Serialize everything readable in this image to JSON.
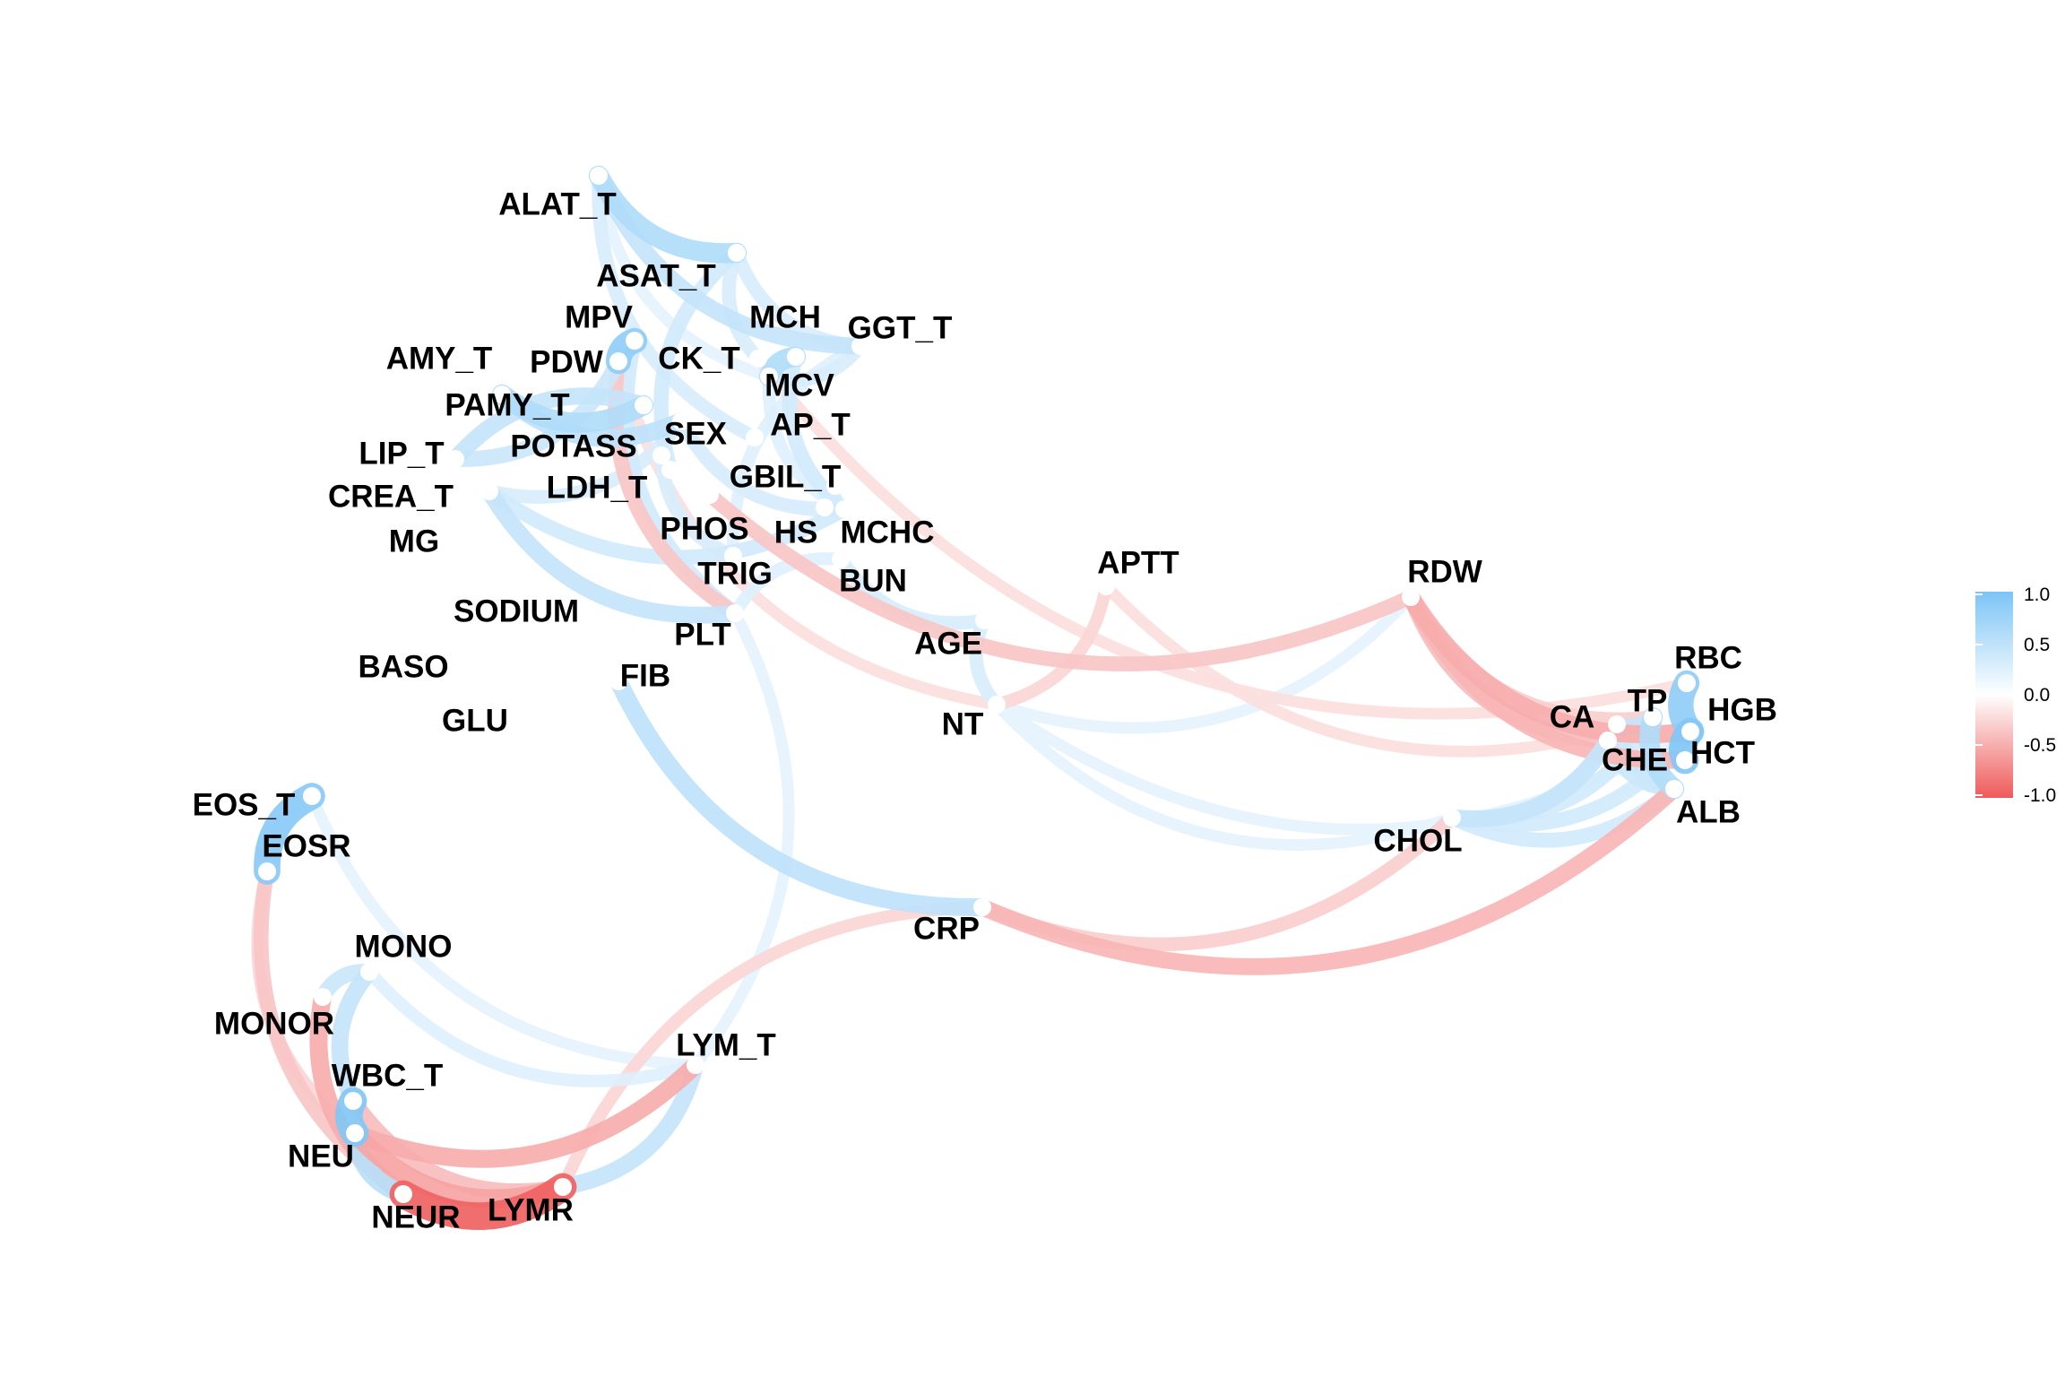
{
  "colors": {
    "positive": "#7cc4f6",
    "neutral": "#ffffff",
    "negative": "#ef5a5a",
    "label": "#000000"
  },
  "legend": {
    "ticks": [
      "1.0",
      "0.5",
      "0.0",
      "-0.5",
      "-1.0"
    ]
  },
  "nodes": [
    {
      "id": "ALAT_T",
      "label": "ALAT_T"
    },
    {
      "id": "ASAT_T",
      "label": "ASAT_T"
    },
    {
      "id": "MPV",
      "label": "MPV"
    },
    {
      "id": "MCH",
      "label": "MCH"
    },
    {
      "id": "GGT_T",
      "label": "GGT_T"
    },
    {
      "id": "AMY_T",
      "label": "AMY_T"
    },
    {
      "id": "PDW",
      "label": "PDW"
    },
    {
      "id": "CK_T",
      "label": "CK_T"
    },
    {
      "id": "PAMY_T",
      "label": "PAMY_T"
    },
    {
      "id": "MCV",
      "label": "MCV"
    },
    {
      "id": "SEX",
      "label": "SEX"
    },
    {
      "id": "AP_T",
      "label": "AP_T"
    },
    {
      "id": "LIP_T",
      "label": "LIP_T"
    },
    {
      "id": "POTASS",
      "label": "POTASS"
    },
    {
      "id": "GBIL_T",
      "label": "GBIL_T"
    },
    {
      "id": "CREA_T",
      "label": "CREA_T"
    },
    {
      "id": "LDH_T",
      "label": "LDH_T"
    },
    {
      "id": "MG",
      "label": "MG"
    },
    {
      "id": "PHOS",
      "label": "PHOS"
    },
    {
      "id": "HS",
      "label": "HS"
    },
    {
      "id": "MCHC",
      "label": "MCHC"
    },
    {
      "id": "TRIG",
      "label": "TRIG"
    },
    {
      "id": "BUN",
      "label": "BUN"
    },
    {
      "id": "SODIUM",
      "label": "SODIUM"
    },
    {
      "id": "PLT",
      "label": "PLT"
    },
    {
      "id": "AGE",
      "label": "AGE"
    },
    {
      "id": "BASO",
      "label": "BASO"
    },
    {
      "id": "FIB",
      "label": "FIB"
    },
    {
      "id": "NT",
      "label": "NT"
    },
    {
      "id": "GLU",
      "label": "GLU"
    },
    {
      "id": "APTT",
      "label": "APTT"
    },
    {
      "id": "RDW",
      "label": "RDW"
    },
    {
      "id": "RBC",
      "label": "RBC"
    },
    {
      "id": "TP",
      "label": "TP"
    },
    {
      "id": "CA",
      "label": "CA"
    },
    {
      "id": "HGB",
      "label": "HGB"
    },
    {
      "id": "CHE",
      "label": "CHE"
    },
    {
      "id": "HCT",
      "label": "HCT"
    },
    {
      "id": "ALB",
      "label": "ALB"
    },
    {
      "id": "CHOL",
      "label": "CHOL"
    },
    {
      "id": "EOS_T",
      "label": "EOS_T"
    },
    {
      "id": "EOSR",
      "label": "EOSR"
    },
    {
      "id": "MONO",
      "label": "MONO"
    },
    {
      "id": "CRP",
      "label": "CRP"
    },
    {
      "id": "MONOR",
      "label": "MONOR"
    },
    {
      "id": "LYM_T",
      "label": "LYM_T"
    },
    {
      "id": "WBC_T",
      "label": "WBC_T"
    },
    {
      "id": "NEU",
      "label": "NEU"
    },
    {
      "id": "NEUR",
      "label": "NEUR"
    },
    {
      "id": "LYMR",
      "label": "LYMR"
    }
  ],
  "edges": [
    {
      "from": "ALAT_T",
      "to": "ASAT_T",
      "r": 0.6
    },
    {
      "from": "ALAT_T",
      "to": "GGT_T",
      "r": 0.45
    },
    {
      "from": "ALAT_T",
      "to": "AP_T",
      "r": 0.3
    },
    {
      "from": "ALAT_T",
      "to": "MCV",
      "r": 0.2
    },
    {
      "from": "ASAT_T",
      "to": "GGT_T",
      "r": 0.3
    },
    {
      "from": "ASAT_T",
      "to": "LDH_T",
      "r": 0.35
    },
    {
      "from": "ASAT_T",
      "to": "CK_T",
      "r": 0.3
    },
    {
      "from": "MCH",
      "to": "MCV",
      "r": 0.6
    },
    {
      "from": "MCH",
      "to": "MCHC",
      "r": 0.35
    },
    {
      "from": "MCV",
      "to": "GGT_T",
      "r": 0.3
    },
    {
      "from": "MCV",
      "to": "MCHC",
      "r": 0.25
    },
    {
      "from": "MPV",
      "to": "PDW",
      "r": 0.85
    },
    {
      "from": "MPV",
      "to": "PLT",
      "r": 0.35
    },
    {
      "from": "AMY_T",
      "to": "PAMY_T",
      "r": 0.6
    },
    {
      "from": "AMY_T",
      "to": "SEX",
      "r": 0.5
    },
    {
      "from": "PAMY_T",
      "to": "LIP_T",
      "r": 0.45
    },
    {
      "from": "LIP_T",
      "to": "PDW",
      "r": 0.4
    },
    {
      "from": "CREA_T",
      "to": "PLT",
      "r": 0.45
    },
    {
      "from": "CREA_T",
      "to": "MCHC",
      "r": 0.35
    },
    {
      "from": "CREA_T",
      "to": "SEX",
      "r": 0.3
    },
    {
      "from": "POTASS",
      "to": "TRIG",
      "r": 0.3
    },
    {
      "from": "SEX",
      "to": "HS",
      "r": 0.25
    },
    {
      "from": "SEX",
      "to": "MCHC",
      "r": 0.3
    },
    {
      "from": "GBIL_T",
      "to": "MCHC",
      "r": 0.25
    },
    {
      "from": "PDW",
      "to": "PLT",
      "r": -0.35
    },
    {
      "from": "PDW",
      "to": "NT",
      "r": -0.2
    },
    {
      "from": "GGT_T",
      "to": "TRIG",
      "r": 0.25
    },
    {
      "from": "BUN",
      "to": "AGE",
      "r": 0.3
    },
    {
      "from": "BUN",
      "to": "PLT",
      "r": 0.25
    },
    {
      "from": "PHOS",
      "to": "RDW",
      "r": -0.35
    },
    {
      "from": "AGE",
      "to": "NT",
      "r": 0.3
    },
    {
      "from": "NT",
      "to": "APTT",
      "r": -0.25
    },
    {
      "from": "NT",
      "to": "RDW",
      "r": 0.2
    },
    {
      "from": "NT",
      "to": "CHOL",
      "r": 0.2
    },
    {
      "from": "NT",
      "to": "HGB",
      "r": 0.2
    },
    {
      "from": "APTT",
      "to": "TP",
      "r": -0.2
    },
    {
      "from": "CK_T",
      "to": "RBC",
      "r": -0.2
    },
    {
      "from": "RDW",
      "to": "HGB",
      "r": -0.5
    },
    {
      "from": "RDW",
      "to": "HCT",
      "r": -0.45
    },
    {
      "from": "RDW",
      "to": "CHE",
      "r": -0.4
    },
    {
      "from": "RDW",
      "to": "TP",
      "r": -0.3
    },
    {
      "from": "CHOL",
      "to": "CHE",
      "r": 0.45
    },
    {
      "from": "CHOL",
      "to": "HGB",
      "r": 0.35
    },
    {
      "from": "CHOL",
      "to": "ALB",
      "r": 0.35
    },
    {
      "from": "CHOL",
      "to": "TP",
      "r": 0.35
    },
    {
      "from": "CHOL",
      "to": "CA",
      "r": 0.3
    },
    {
      "from": "CA",
      "to": "TP",
      "r": 0.45
    },
    {
      "from": "CA",
      "to": "ALB",
      "r": 0.4
    },
    {
      "from": "TP",
      "to": "ALB",
      "r": 0.6
    },
    {
      "from": "RBC",
      "to": "HGB",
      "r": 0.85
    },
    {
      "from": "HGB",
      "to": "HCT",
      "r": 0.95
    },
    {
      "from": "CHE",
      "to": "ALB",
      "r": 0.4
    },
    {
      "from": "FIB",
      "to": "CRP",
      "r": 0.5
    },
    {
      "from": "CRP",
      "to": "ALB",
      "r": -0.45
    },
    {
      "from": "CRP",
      "to": "CHOL",
      "r": -0.3
    },
    {
      "from": "CRP",
      "to": "LYMR",
      "r": -0.25
    },
    {
      "from": "EOS_T",
      "to": "EOSR",
      "r": 0.9
    },
    {
      "from": "EOS_T",
      "to": "LYM_T",
      "r": 0.2
    },
    {
      "from": "EOSR",
      "to": "NEUR",
      "r": -0.35
    },
    {
      "from": "EOSR",
      "to": "NEU",
      "r": -0.25
    },
    {
      "from": "MONO",
      "to": "MONOR",
      "r": 0.4
    },
    {
      "from": "MONO",
      "to": "WBC_T",
      "r": 0.45
    },
    {
      "from": "MONO",
      "to": "LYM_T",
      "r": 0.25
    },
    {
      "from": "MONOR",
      "to": "NEUR",
      "r": -0.5
    },
    {
      "from": "WBC_T",
      "to": "NEU",
      "r": 0.95
    },
    {
      "from": "WBC_T",
      "to": "LYMR",
      "r": -0.4
    },
    {
      "from": "NEU",
      "to": "NEUR",
      "r": 0.55
    },
    {
      "from": "NEU",
      "to": "LYM_T",
      "r": -0.5
    },
    {
      "from": "NEU",
      "to": "LYMR",
      "r": -0.55
    },
    {
      "from": "NEUR",
      "to": "LYMR",
      "r": -0.95
    },
    {
      "from": "LYMR",
      "to": "LYM_T",
      "r": 0.45
    },
    {
      "from": "LYM_T",
      "to": "PLT",
      "r": 0.2
    }
  ]
}
